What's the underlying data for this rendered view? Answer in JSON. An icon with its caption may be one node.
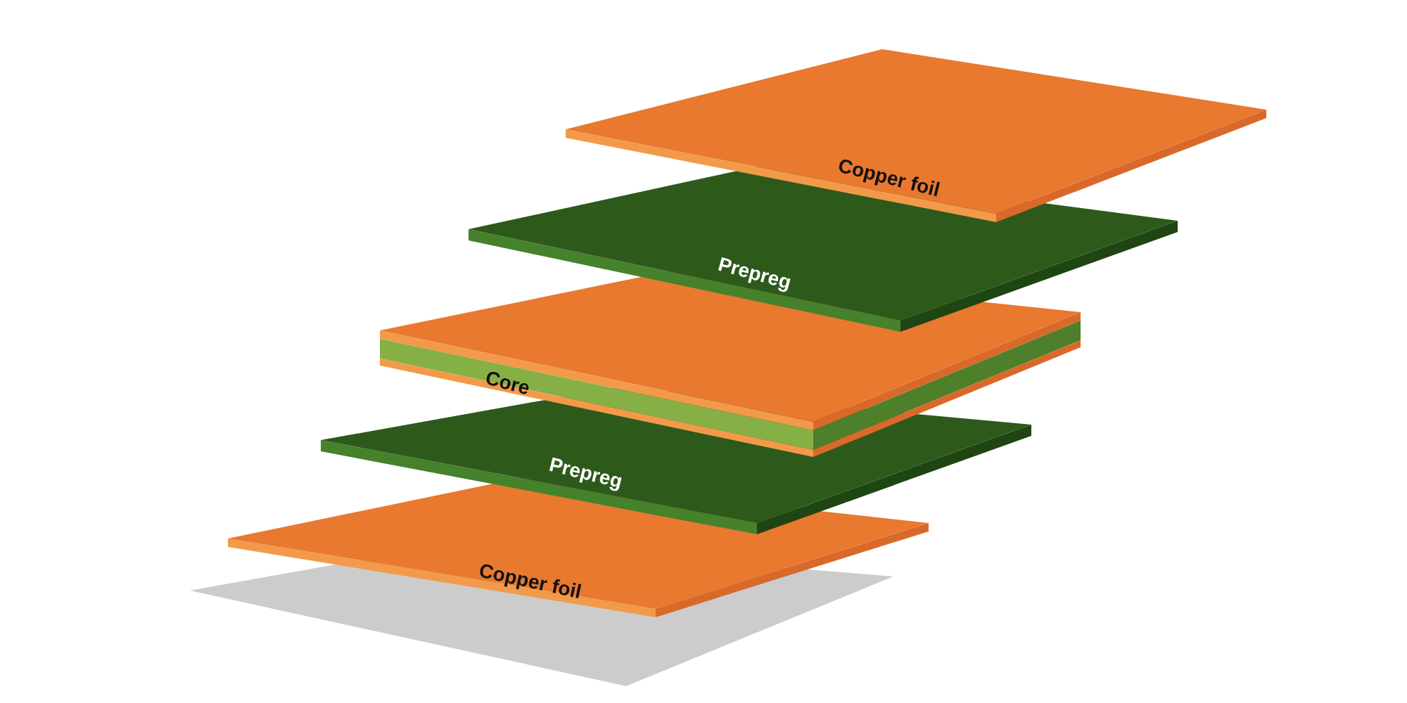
{
  "diagram": {
    "nodes": [
      {
        "text": [
          "Copper foil"
        ]
      },
      {
        "text": [
          "Prepreg"
        ]
      },
      {
        "text": [
          "Core"
        ]
      },
      {
        "text": [
          "Prepreg"
        ]
      },
      {
        "text": [
          "Copper foil"
        ]
      }
    ]
  }
}
